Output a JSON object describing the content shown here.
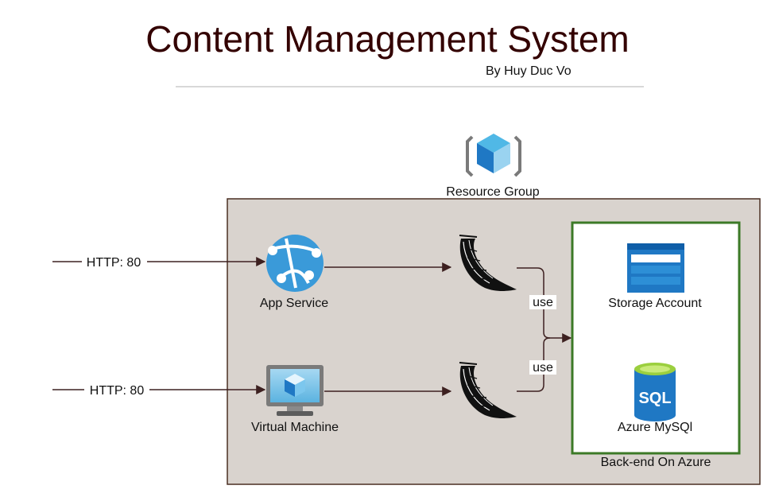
{
  "header": {
    "title": "Content Management System",
    "author": "By Huy Duc Vo"
  },
  "diagram": {
    "resource_group_label": "Resource Group",
    "http_label_top": "HTTP: 80",
    "http_label_bottom": "HTTP: 80",
    "app_service_label": "App Service",
    "virtual_machine_label": "Virtual Machine",
    "use_label_top": "use",
    "use_label_bottom": "use",
    "storage_account_label": "Storage Account",
    "mysql_label": "Azure MySQl",
    "mysql_icon_text": "SQL",
    "backend_label": "Back-end On Azure"
  },
  "colors": {
    "title": "#330000",
    "container_fill": "#d9d3ce",
    "container_stroke": "#4a2f22",
    "backend_stroke": "#3c7a27",
    "edge": "#3d2020",
    "azure_blue": "#1f78c4",
    "azure_light": "#50b8e6"
  },
  "icons": {
    "resource_group": "resource-group-icon",
    "app_service": "app-service-icon",
    "virtual_machine": "virtual-machine-icon",
    "flask_top": "flask-horn-icon",
    "flask_bottom": "flask-horn-icon",
    "storage": "storage-account-icon",
    "mysql": "sql-database-icon"
  }
}
